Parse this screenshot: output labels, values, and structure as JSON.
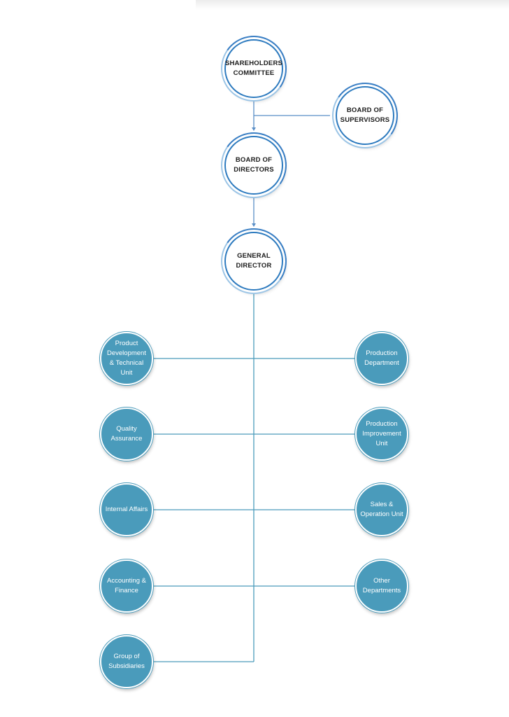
{
  "chart": {
    "nodes": {
      "shareholders": "SHAREHOLDERS COMMITTEE",
      "supervisors": "BOARD OF SUPERVISORS",
      "directors": "BOARD OF DIRECTORS",
      "general_director": "GENERAL DIRECTOR"
    },
    "departments_left": [
      "Product Development & Technical Unit",
      "Quality Assurance",
      "Internal Affairs",
      "Accounting & Finance",
      "Group of Subsidiaries"
    ],
    "departments_right": [
      "Production Department",
      "Production Improvement Unit",
      "Sales & Operation Unit",
      "Other Departments"
    ]
  },
  "colors": {
    "accent_blue": "#2e7bbf",
    "department_fill": "#4a9bbb",
    "connector_top": "#5b8fc7",
    "connector_bottom": "#4a9bbb"
  }
}
